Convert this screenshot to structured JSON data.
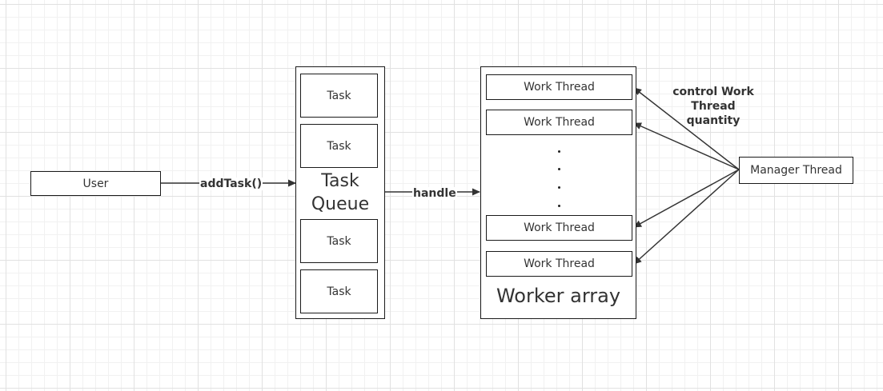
{
  "nodes": {
    "user": "User",
    "task_queue": {
      "label_line1": "Task",
      "label_line2": "Queue",
      "tasks": [
        "Task",
        "Task",
        "Task",
        "Task"
      ]
    },
    "worker_array": {
      "label": "Worker array",
      "threads": [
        "Work Thread",
        "Work Thread",
        "Work Thread",
        "Work Thread"
      ],
      "ellipsis": "....",
      "ellipsis_dots": 4
    },
    "manager": "Manager Thread"
  },
  "edges": {
    "add_task": "addTask()",
    "handle": "handle",
    "control": {
      "line1": "control Work",
      "line2": "Thread",
      "line3": "quantity"
    }
  },
  "colors": {
    "stroke": "#1a1a1a",
    "text": "#333333",
    "grid": "#e1e1e1"
  }
}
